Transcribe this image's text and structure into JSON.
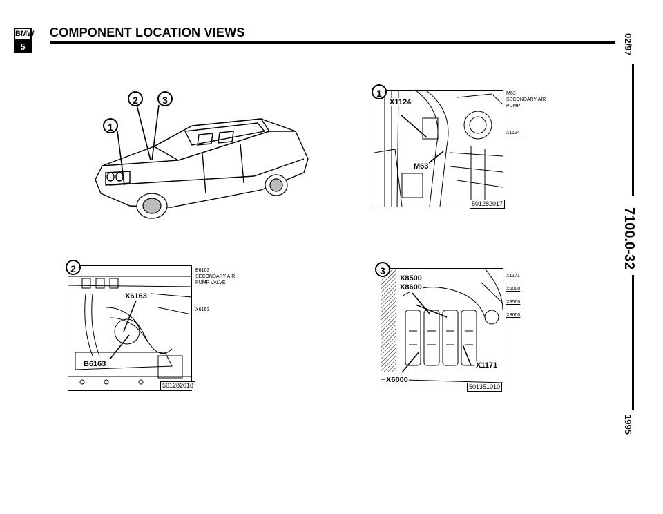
{
  "header": {
    "logo_top": "BMW",
    "logo_bottom": "5",
    "title": "COMPONENT LOCATION VIEWS"
  },
  "margin": {
    "date": "02/97",
    "section": "7100.0-32",
    "year": "1995"
  },
  "overview": {
    "callouts": [
      "2",
      "3",
      "1"
    ]
  },
  "panel1": {
    "number": "1",
    "labels": [
      "X1124",
      "M63"
    ],
    "part_no": "501282017",
    "legend": [
      {
        "code": "M63",
        "desc": [
          "SECONDARY AIR",
          "PUMP"
        ]
      },
      {
        "code": "X1124",
        "desc": []
      }
    ]
  },
  "panel2": {
    "number": "2",
    "labels": [
      "X6163",
      "B6163"
    ],
    "part_no": "501282018",
    "legend": [
      {
        "code": "B6163",
        "desc": [
          "SECONDARY AIR",
          "PUMP VALVE"
        ]
      },
      {
        "code": "X6163",
        "desc": []
      }
    ]
  },
  "panel3": {
    "number": "3",
    "labels": [
      "X8500",
      "X8600",
      "X1171",
      "X6000"
    ],
    "part_no": "501351010",
    "legend": [
      {
        "code": "X1171"
      },
      {
        "code": "X6000"
      },
      {
        "code": "X8500"
      },
      {
        "code": "X8600"
      }
    ]
  }
}
